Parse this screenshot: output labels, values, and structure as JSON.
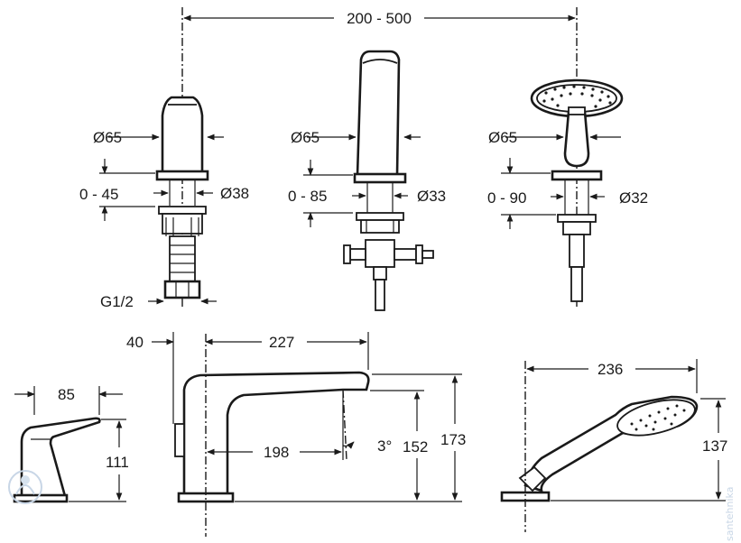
{
  "dimensions": {
    "spacing": "200 - 500",
    "valve_left": {
      "diameter": "Ø65",
      "deck_range": "0 - 45",
      "stem_diameter": "Ø38",
      "thread": "G1/2"
    },
    "valve_middle": {
      "diameter": "Ø65",
      "deck_range": "0 - 85",
      "stem_diameter": "Ø33"
    },
    "valve_right": {
      "diameter": "Ø65",
      "deck_range": "0 - 90",
      "stem_diameter": "Ø32"
    },
    "lever": {
      "width": "85",
      "height": "111"
    },
    "spout": {
      "offset": "40",
      "reach": "227",
      "outlet_reach": "198",
      "angle": "3°",
      "outlet_height": "152",
      "total_height": "173"
    },
    "hand_shower": {
      "length": "236",
      "height": "137"
    }
  },
  "watermark": "santehnika"
}
